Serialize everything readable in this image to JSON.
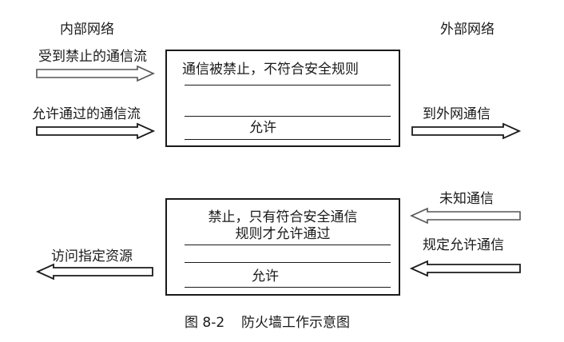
{
  "labels": {
    "internal_network": "内部网络",
    "external_network": "外部网络"
  },
  "outbound": {
    "blocked_label": "受到禁止的通信流",
    "allowed_label": "允许通过的通信流",
    "rule_text": "通信被禁止，不符合安全规则",
    "allow_text": "允许",
    "out_label": "到外网通信"
  },
  "inbound": {
    "unknown_label": "未知通信",
    "rule_allowed_label": "规定允许通信",
    "rule_text_line1": "禁止，只有符合安全通信",
    "rule_text_line2": "规则才允许通过",
    "allow_text": "允许",
    "out_label": "访问指定资源"
  },
  "caption": {
    "figure_number": "图 8-2",
    "title": "防火墙工作示意图"
  }
}
